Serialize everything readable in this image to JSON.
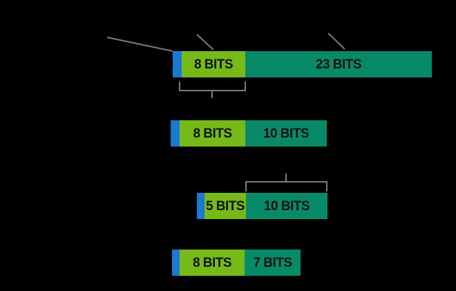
{
  "diagram": {
    "title": "",
    "background_color": "#000000",
    "colors": {
      "sign_bit": "#1a79d0",
      "exponent": "#77b917",
      "mantissa": "#088a68",
      "pointer_line": "#7c7c7c",
      "label_text": "#111111"
    },
    "rows": [
      {
        "segments": [
          {
            "name": "sign",
            "label": ""
          },
          {
            "name": "exponent",
            "label": "8 BITS"
          },
          {
            "name": "mantissa",
            "label": "23 BITS"
          }
        ]
      },
      {
        "segments": [
          {
            "name": "sign",
            "label": ""
          },
          {
            "name": "exponent",
            "label": "8 BITS"
          },
          {
            "name": "mantissa",
            "label": "10 BITS"
          }
        ]
      },
      {
        "segments": [
          {
            "name": "sign",
            "label": ""
          },
          {
            "name": "exponent",
            "label": "5 BITS"
          },
          {
            "name": "mantissa",
            "label": "10 BITS"
          }
        ]
      },
      {
        "segments": [
          {
            "name": "sign",
            "label": ""
          },
          {
            "name": "exponent",
            "label": "8 BITS"
          },
          {
            "name": "mantissa",
            "label": "7 BITS"
          }
        ]
      }
    ]
  }
}
